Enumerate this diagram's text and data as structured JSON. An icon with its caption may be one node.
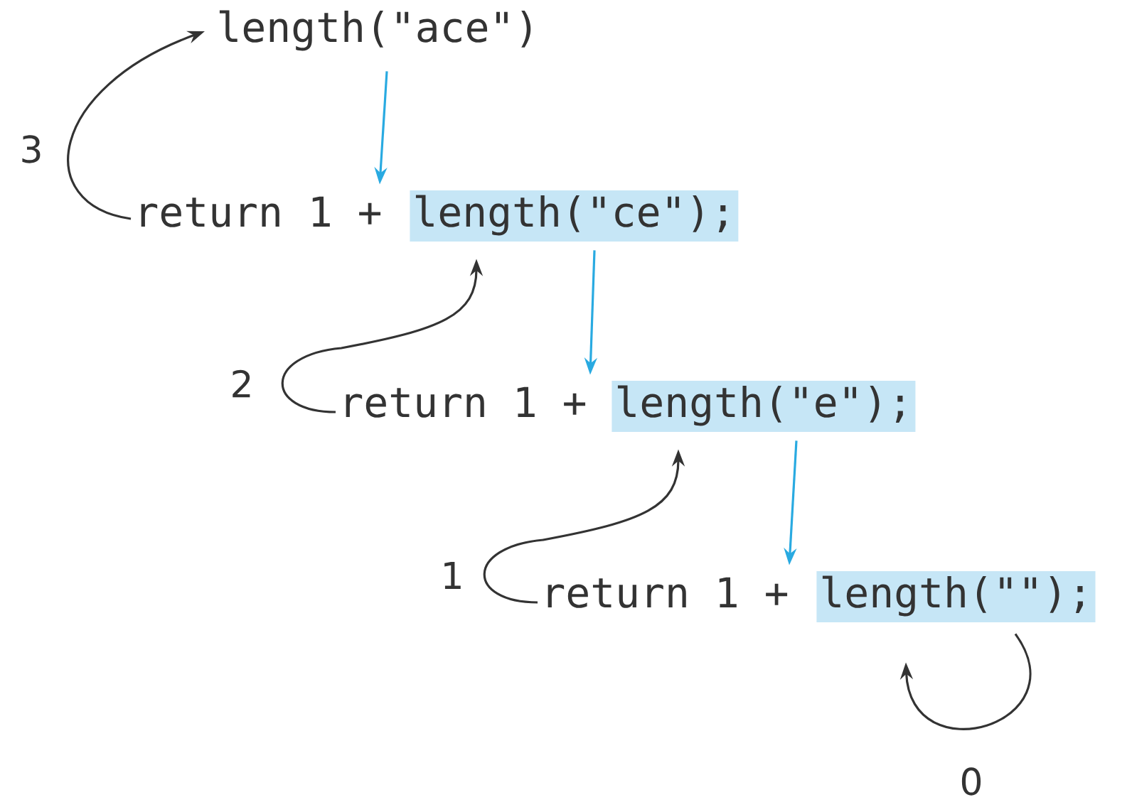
{
  "diagram": {
    "nodes": [
      {
        "text": [
          "length(\"ace\")"
        ]
      },
      {
        "text": [
          "return 1 +"
        ]
      },
      {
        "text": [
          "length(\"ce\");"
        ]
      },
      {
        "text": [
          "return 1 +"
        ]
      },
      {
        "text": [
          "length(\"e\");"
        ]
      },
      {
        "text": [
          "return 1 +"
        ]
      },
      {
        "text": [
          "length(\"\");"
        ]
      }
    ],
    "edges": [
      {
        "from": 0,
        "to": 1,
        "arrow": "to",
        "color": "#29aae1"
      },
      {
        "from": 2,
        "to": 3,
        "arrow": "to",
        "color": "#29aae1"
      },
      {
        "from": 4,
        "to": 5,
        "arrow": "to",
        "color": "#29aae1"
      },
      {
        "from": 1,
        "to": 0,
        "arrow": "to",
        "label": "3"
      },
      {
        "from": 3,
        "to": 2,
        "arrow": "to",
        "label": "2"
      },
      {
        "from": 5,
        "to": 4,
        "arrow": "to",
        "label": "1"
      },
      {
        "from": 6,
        "to": 6,
        "arrow": "to",
        "label": "0"
      }
    ]
  }
}
